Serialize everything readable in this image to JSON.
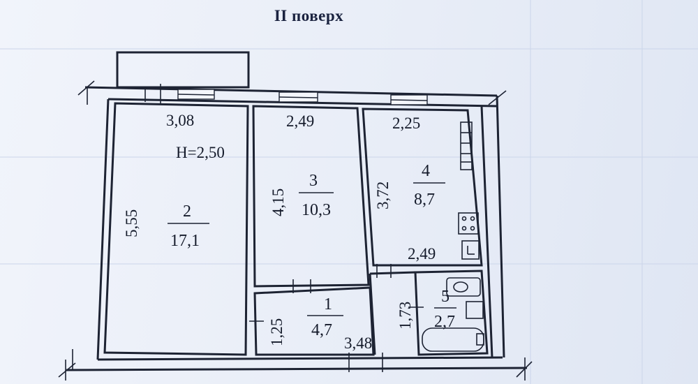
{
  "title": "II поверх",
  "room_2": {
    "number": "2",
    "area": "17,1",
    "height": "H=2,50",
    "width": "3,08",
    "length": "5,55"
  },
  "room_3": {
    "number": "3",
    "area": "10,3",
    "width": "2,49",
    "length": "4,15"
  },
  "room_4": {
    "number": "4",
    "area": "8,7",
    "width": "2,25",
    "length": "3,72",
    "inner_width": "2,49"
  },
  "room_1": {
    "number": "1",
    "area": "4,7",
    "width": "3,48",
    "length": "1,25"
  },
  "room_5": {
    "number": "5",
    "area": "2,7",
    "length": "1,73"
  }
}
